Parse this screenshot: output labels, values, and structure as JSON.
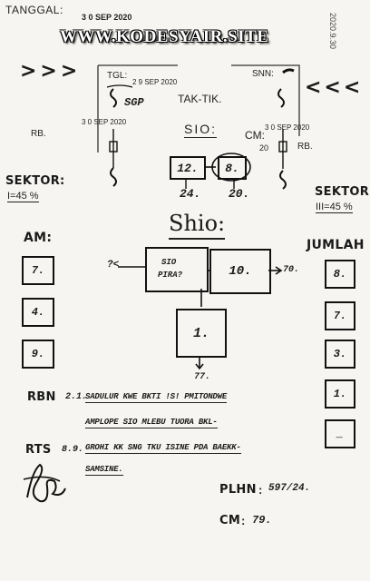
{
  "header": {
    "tanggal_label": "TANGGAL:",
    "tanggal_value": "3 0 SEP 2020",
    "side_stamp": "2020.9.30",
    "website": "WWW.KODESYAIR.SITE",
    "arrows_left": ">>>",
    "arrows_right": "<<<"
  },
  "top_panel": {
    "tgl_label": "TGL:",
    "tgl_value": "2 9 SEP 2020",
    "snn_label": "SNN:",
    "tak_tik": "TAK-TIK.",
    "sgp": "SGP",
    "date_left": "3 0 SEP 2020",
    "date_right": "3 0 SEP 2020",
    "rb_left": "RB.",
    "rb_right": "RB.",
    "sio": "SIO:",
    "cm": "CM:",
    "cm_num": "20",
    "box_left": "12.",
    "box_right": "8.",
    "below_left": "24.",
    "below_right": "20."
  },
  "sektor_left": {
    "label": "SEKTOR:",
    "value": "I=45 %"
  },
  "sektor_right": {
    "label": "SEKTOR:",
    "value": "III=45 %"
  },
  "shio_title": "Shio:",
  "am": {
    "label": "AM:",
    "values": [
      "7.",
      "4.",
      "9."
    ]
  },
  "jumlah": {
    "label": "JUMLAH",
    "values": [
      "8.",
      "7.",
      "3.",
      "1.",
      "_"
    ]
  },
  "shio_diagram": {
    "left_arrow": "?<",
    "sio_pira": [
      "SIO",
      "PIRA?"
    ],
    "box_10": "10.",
    "right_arrow": "70.",
    "box_1": "1.",
    "down_arrow": "77."
  },
  "rbn": {
    "label": "RBN",
    "code": "2.1.",
    "line1": "SADULUR KWE BKTI !S! PMITONDWE",
    "line2": "AMPLOPE SIO MLEBU TUORA BKL-"
  },
  "rts": {
    "label": "RTS",
    "code": "8.9.",
    "line1": "GROHI KK SNG TKU ISINE PDA BAEKK-",
    "line2": "SAMSINE."
  },
  "plhn": {
    "label": "PLHN",
    "value": "597/24."
  },
  "cm_bottom": {
    "label": "CM",
    "value": "79."
  },
  "signature": "signature"
}
